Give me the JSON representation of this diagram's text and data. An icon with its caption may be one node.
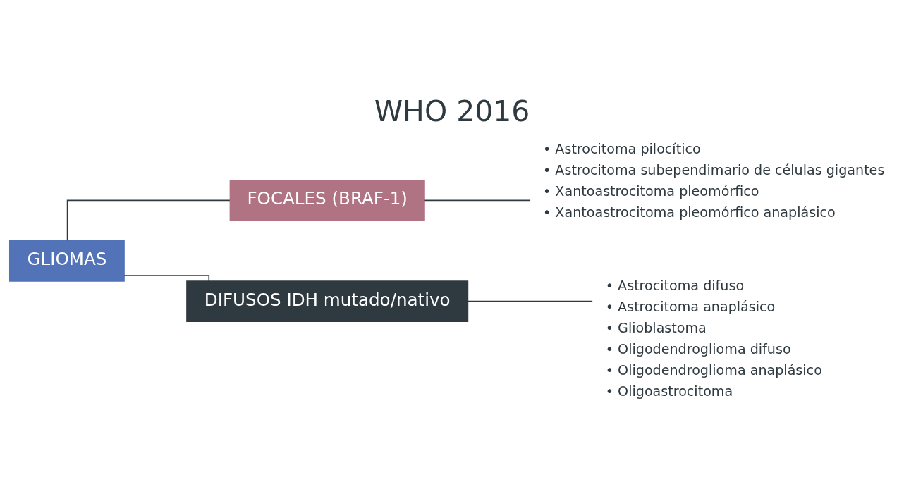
{
  "diagram": {
    "title": "WHO 2016",
    "nodes": [
      {
        "text": [
          "GLIOMAS"
        ]
      },
      {
        "text": [
          "FOCALES (BRAF-1)"
        ]
      },
      {
        "text": [
          "DIFUSOS IDH mutado/nativo"
        ]
      },
      {
        "text": [
          "• Astrocitoma pilocítico",
          "• Astrocitoma subependimario de células gigantes",
          "• Xantoastrocitoma pleomórfico",
          "• Xantoastrocitoma pleomórfico anaplásico"
        ]
      },
      {
        "text": [
          "• Astrocitoma difuso",
          "• Astrocitoma anaplásico",
          "• Glioblastoma",
          "• Oligodendroglioma difuso",
          "• Oligodendroglioma anaplásico",
          "• Oligoastrocitoma"
        ]
      }
    ],
    "edges": [
      {
        "from": 0,
        "to": 1,
        "arrow": "none"
      },
      {
        "from": 0,
        "to": 2,
        "arrow": "none"
      },
      {
        "from": 1,
        "to": 3,
        "arrow": "none"
      },
      {
        "from": 2,
        "to": 4,
        "arrow": "none"
      }
    ]
  }
}
